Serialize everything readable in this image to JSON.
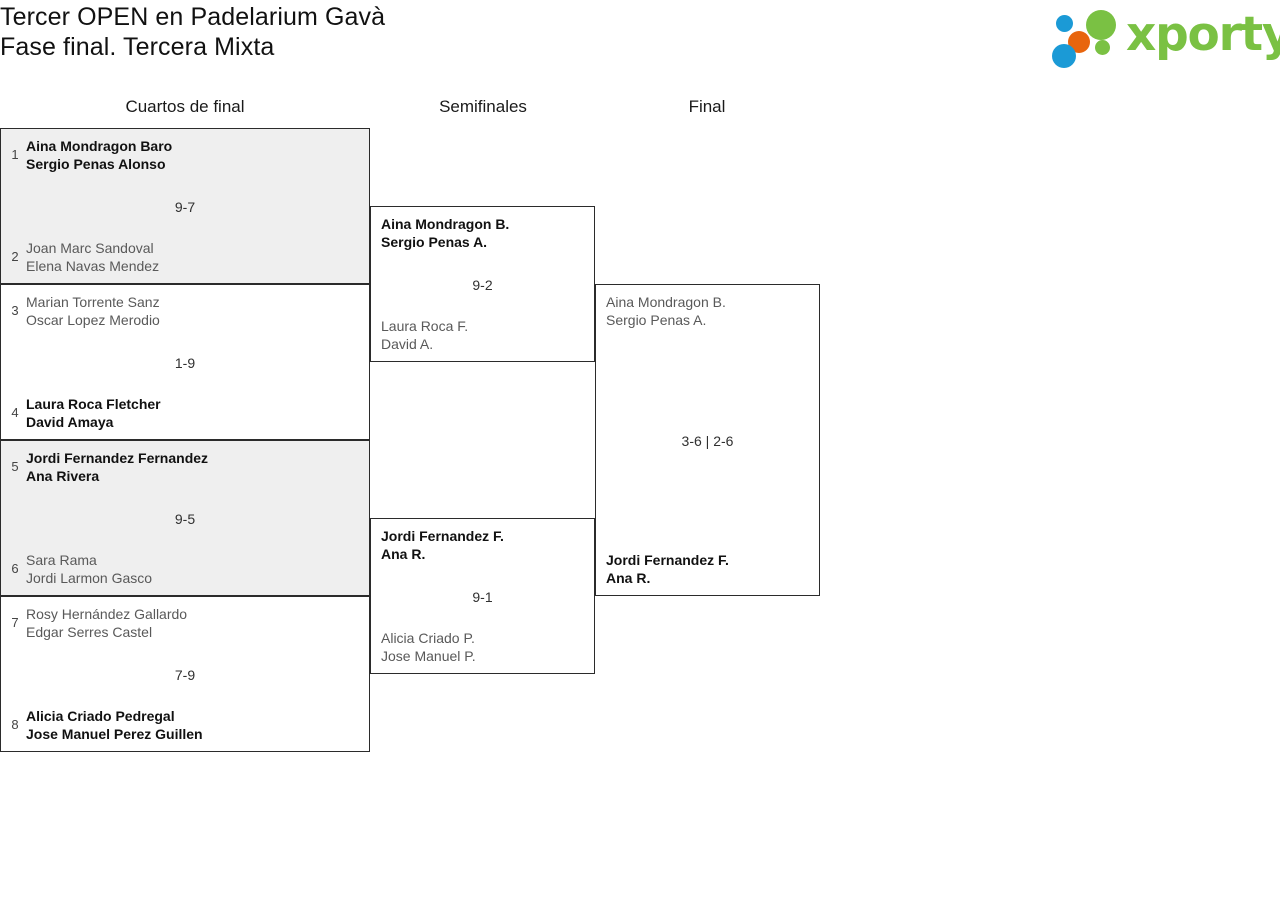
{
  "header": {
    "title_line1": "Tercer OPEN en Padelarium Gavà",
    "title_line2": "Fase final. Tercera Mixta",
    "logo_text": "xporty",
    "colors": {
      "logo_green": "#7ac143",
      "logo_blue": "#1b9ad6",
      "logo_orange": "#e8650d",
      "shaded_row": "#efefef",
      "border": "#2b2b2b",
      "winner_text": "#111111",
      "loser_text": "#595959"
    }
  },
  "rounds": [
    {
      "label": "Cuartos de final"
    },
    {
      "label": "Semifinales"
    },
    {
      "label": "Final"
    }
  ],
  "bracket": {
    "quarterfinals": [
      {
        "shaded": true,
        "score": "9-7",
        "top": {
          "seed": "1",
          "winner": true,
          "player1": "Aina Mondragon Baro",
          "player2": "Sergio Penas Alonso"
        },
        "bottom": {
          "seed": "2",
          "winner": false,
          "player1": "Joan Marc Sandoval",
          "player2": "Elena Navas Mendez"
        }
      },
      {
        "shaded": false,
        "score": "1-9",
        "top": {
          "seed": "3",
          "winner": false,
          "player1": "Marian Torrente Sanz",
          "player2": "Oscar Lopez Merodio"
        },
        "bottom": {
          "seed": "4",
          "winner": true,
          "player1": "Laura Roca Fletcher",
          "player2": "David Amaya"
        }
      },
      {
        "shaded": true,
        "score": "9-5",
        "top": {
          "seed": "5",
          "winner": true,
          "player1": "Jordi Fernandez Fernandez",
          "player2": "Ana Rivera"
        },
        "bottom": {
          "seed": "6",
          "winner": false,
          "player1": "Sara Rama",
          "player2": "Jordi Larmon Gasco"
        }
      },
      {
        "shaded": false,
        "score": "7-9",
        "top": {
          "seed": "7",
          "winner": false,
          "player1": "Rosy Hernández Gallardo",
          "player2": "Edgar Serres Castel"
        },
        "bottom": {
          "seed": "8",
          "winner": true,
          "player1": "Alicia Criado Pedregal",
          "player2": "Jose Manuel Perez Guillen"
        }
      }
    ],
    "semifinals": [
      {
        "score": "9-2",
        "top": {
          "winner": true,
          "player1": "Aina Mondragon B.",
          "player2": "Sergio Penas A."
        },
        "bottom": {
          "winner": false,
          "player1": "Laura Roca F.",
          "player2": "David A."
        }
      },
      {
        "score": "9-1",
        "top": {
          "winner": true,
          "player1": "Jordi Fernandez F.",
          "player2": "Ana R."
        },
        "bottom": {
          "winner": false,
          "player1": "Alicia Criado P.",
          "player2": "Jose Manuel P."
        }
      }
    ],
    "final": [
      {
        "score": "3-6 | 2-6",
        "top": {
          "winner": false,
          "player1": "Aina Mondragon B.",
          "player2": "Sergio Penas A."
        },
        "bottom": {
          "winner": true,
          "player1": "Jordi Fernandez F.",
          "player2": "Ana R."
        }
      }
    ]
  }
}
